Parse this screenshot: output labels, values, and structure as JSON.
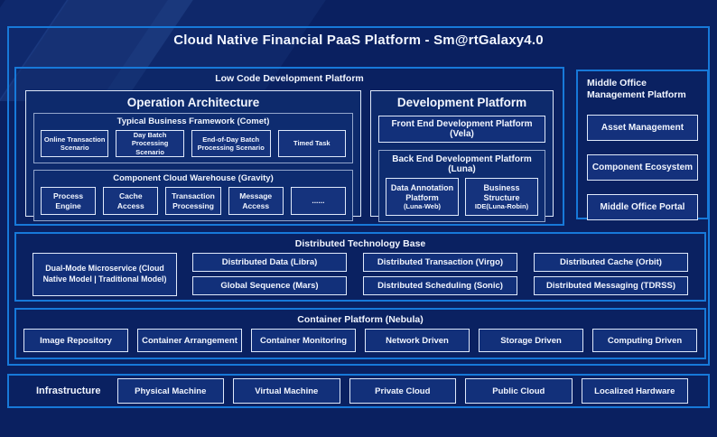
{
  "title": "Cloud Native Financial PaaS Platform - Sm@rtGalaxy4.0",
  "low_code": {
    "label": "Low Code Development Platform",
    "operation_architecture": {
      "title": "Operation Architecture",
      "comet": {
        "label": "Typical Business Framework (Comet)",
        "items": [
          "Online Transaction Scenario",
          "Day Batch Processing Scenario",
          "End-of-Day Batch Processing Scenario",
          "Timed Task"
        ]
      },
      "gravity": {
        "label": "Component Cloud Warehouse (Gravity)",
        "items": [
          "Process Engine",
          "Cache Access",
          "Transaction Processing",
          "Message Access",
          "......"
        ]
      }
    },
    "development_platform": {
      "title": "Development Platform",
      "vela": "Front End Development Platform (Vela)",
      "luna": {
        "label": "Back End Development Platform (Luna)",
        "items": [
          {
            "name": "Data Annotation Platform",
            "sub": "(Luna-Web)"
          },
          {
            "name": "Business Structure",
            "sub": "IDE(Luna-Robin)"
          }
        ]
      }
    }
  },
  "middle_office": {
    "label": "Middle Office Management Platform",
    "items": [
      "Asset Management",
      "Component Ecosystem",
      "Middle Office Portal"
    ]
  },
  "distributed": {
    "label": "Distributed Technology Base",
    "dual_mode": "Dual-Mode Microservice (Cloud Native Model | Traditional Model)",
    "row1": [
      "Distributed Data (Libra)",
      "Distributed Transaction (Virgo)",
      "Distributed Cache (Orbit)"
    ],
    "row2": [
      "Global Sequence (Mars)",
      "Distributed Scheduling (Sonic)",
      "Distributed Messaging (TDRSS)"
    ]
  },
  "container_platform": {
    "label": "Container Platform (Nebula)",
    "items": [
      "Image Repository",
      "Container Arrangement",
      "Container Monitoring",
      "Network Driven",
      "Storage Driven",
      "Computing Driven"
    ]
  },
  "infrastructure": {
    "label": "Infrastructure",
    "items": [
      "Physical Machine",
      "Virtual Machine",
      "Private Cloud",
      "Public Cloud",
      "Localized Hardware"
    ]
  },
  "colors": {
    "background": "#0a2060",
    "accent_border": "#1779d9",
    "box_fill": "#14317c",
    "box_border": "#dfe9fb"
  }
}
